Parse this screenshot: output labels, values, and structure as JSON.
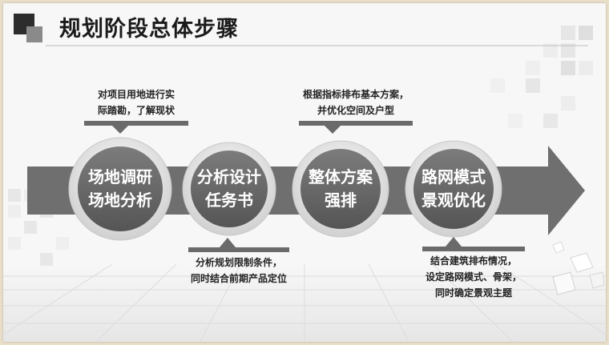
{
  "title": "规划阶段总体步骤",
  "stages": [
    {
      "line1": "场地调研",
      "line2": "场地分析"
    },
    {
      "line1": "分析设计",
      "line2": "任务书"
    },
    {
      "line1": "整体方案",
      "line2": "强排"
    },
    {
      "line1": "路网模式",
      "line2": "景观优化"
    }
  ],
  "notes": {
    "stage1": [
      "对项目用地进行实",
      "际踏勘，了解现状"
    ],
    "stage2": [
      "分析规划限制条件，",
      "同时结合前期产品定位"
    ],
    "stage3": [
      "根据指标排布基本方案，",
      "并优化空间及户型"
    ],
    "stage4": [
      "结合建筑排布情况，",
      "设定路网模式、骨架，",
      "同时确定景观主题"
    ]
  },
  "colors": {
    "arrow": "#6f6f6f",
    "circle_dark": "#5e5e5e",
    "circle_light": "#7a7a7a",
    "ring": "#d9d9d9",
    "title_square_dark": "#2d2d2d",
    "title_square_light": "#8a8a8a"
  }
}
